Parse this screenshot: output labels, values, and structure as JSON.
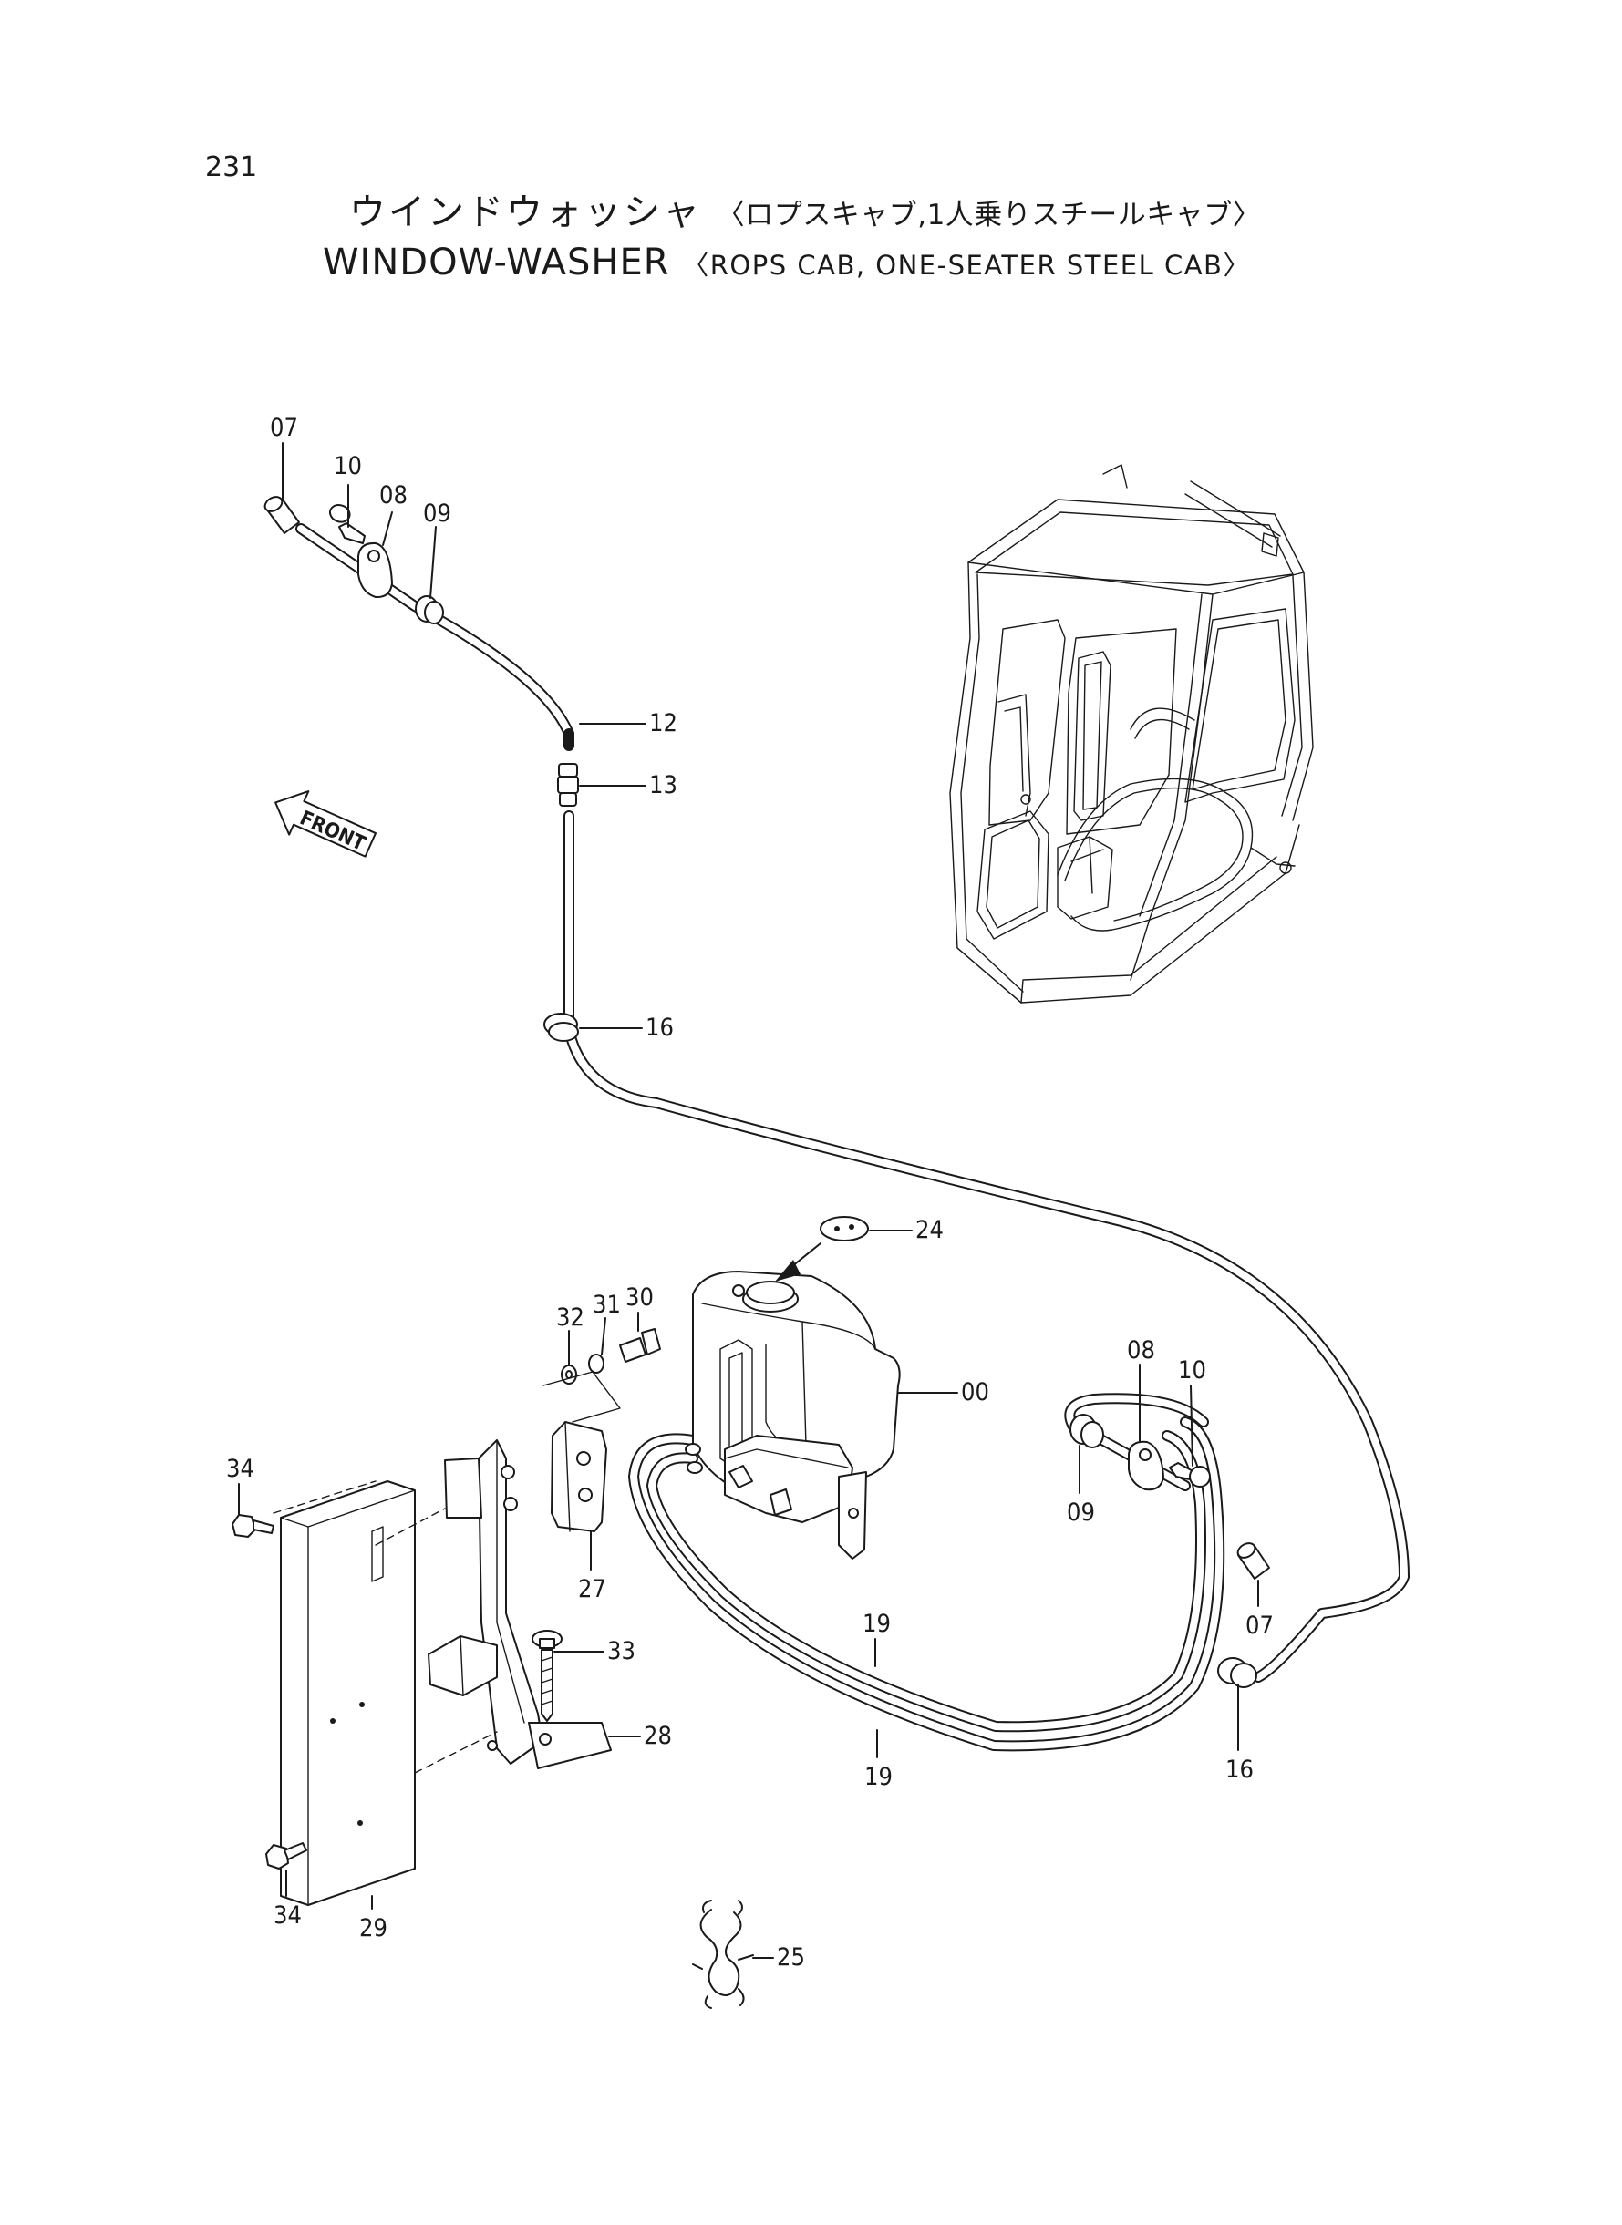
{
  "page": {
    "number": "231",
    "title_jp": "ウインドウォッシャ",
    "subtitle_jp": "〈ロプスキャブ,1人乗りスチールキャブ〉",
    "title_en": "WINDOW-WASHER",
    "subtitle_en": "〈ROPS CAB, ONE-SEATER STEEL CAB〉"
  },
  "front_label": "FRONT",
  "callouts": [
    {
      "id": "c07a",
      "label": "07"
    },
    {
      "id": "c10a",
      "label": "10"
    },
    {
      "id": "c08a",
      "label": "08"
    },
    {
      "id": "c09a",
      "label": "09"
    },
    {
      "id": "c12",
      "label": "12"
    },
    {
      "id": "c13",
      "label": "13"
    },
    {
      "id": "c16a",
      "label": "16"
    },
    {
      "id": "c24",
      "label": "24"
    },
    {
      "id": "c30",
      "label": "30"
    },
    {
      "id": "c31",
      "label": "31"
    },
    {
      "id": "c32",
      "label": "32"
    },
    {
      "id": "c00",
      "label": "00"
    },
    {
      "id": "c08b",
      "label": "08"
    },
    {
      "id": "c10b",
      "label": "10"
    },
    {
      "id": "c09b",
      "label": "09"
    },
    {
      "id": "c07b",
      "label": "07"
    },
    {
      "id": "c34a",
      "label": "34"
    },
    {
      "id": "c27",
      "label": "27"
    },
    {
      "id": "c19a",
      "label": "19"
    },
    {
      "id": "c33",
      "label": "33"
    },
    {
      "id": "c28",
      "label": "28"
    },
    {
      "id": "c19b",
      "label": "19"
    },
    {
      "id": "c16b",
      "label": "16"
    },
    {
      "id": "c34b",
      "label": "34"
    },
    {
      "id": "c29",
      "label": "29"
    },
    {
      "id": "c25",
      "label": "25"
    }
  ]
}
